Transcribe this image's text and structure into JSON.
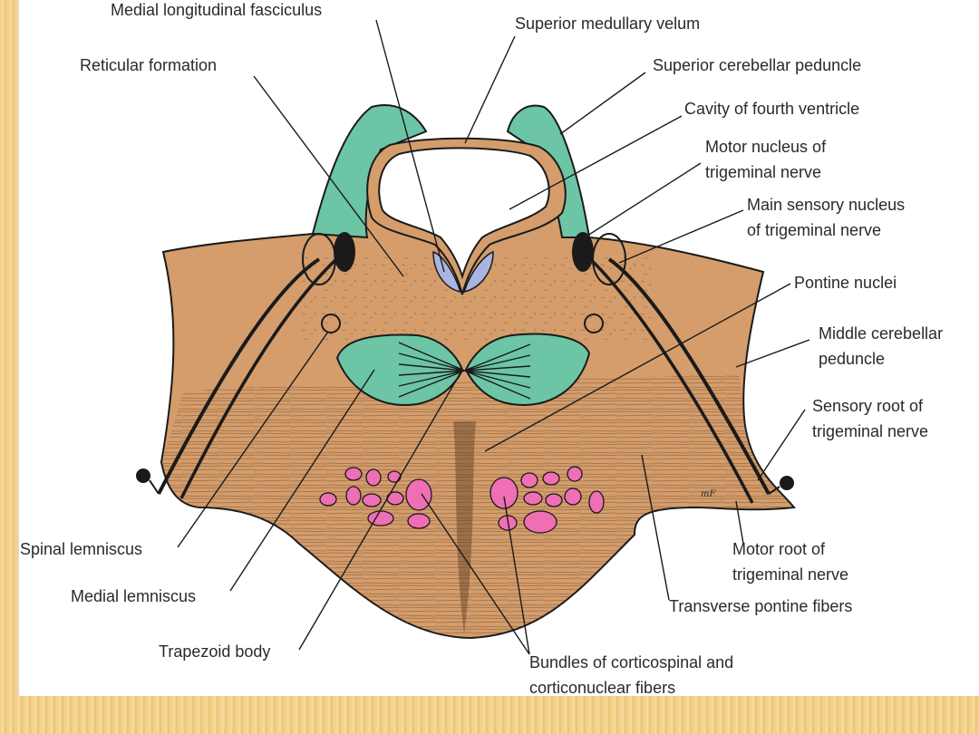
{
  "labels": {
    "medial_longitudinal_fasciculus": "Medial longitudinal fasciculus",
    "superior_medullary_velum": "Superior medullary velum",
    "reticular_formation": "Reticular formation",
    "superior_cerebellar_peduncle": "Superior cerebellar peduncle",
    "cavity_fourth_ventricle": "Cavity of fourth ventricle",
    "motor_nucleus_line1": "Motor nucleus of",
    "motor_nucleus_line2": "trigeminal nerve",
    "main_sensory_line1": "Main sensory nucleus",
    "main_sensory_line2": "of trigeminal nerve",
    "pontine_nuclei": "Pontine nuclei",
    "middle_cerebellar_line1": "Middle cerebellar",
    "middle_cerebellar_line2": "peduncle",
    "sensory_root_line1": "Sensory root of",
    "sensory_root_line2": "trigeminal nerve",
    "spinal_lemniscus": "Spinal lemniscus",
    "medial_lemniscus": "Medial lemniscus",
    "motor_root_line1": "Motor root of",
    "motor_root_line2": "trigeminal nerve",
    "transverse_pontine_fibers": "Transverse pontine fibers",
    "trapezoid_body": "Trapezoid body",
    "bundles_line1": "Bundles of corticospinal and",
    "bundles_line2": "corticonuclear fibers",
    "artist_mark": "mF"
  },
  "colors": {
    "tissue": "#d49d6b",
    "peduncle_green": "#6cc5a4",
    "mlf_blue": "#aab4e0",
    "bundle_pink": "#ee6fb4",
    "outline": "#1a1a1a"
  }
}
